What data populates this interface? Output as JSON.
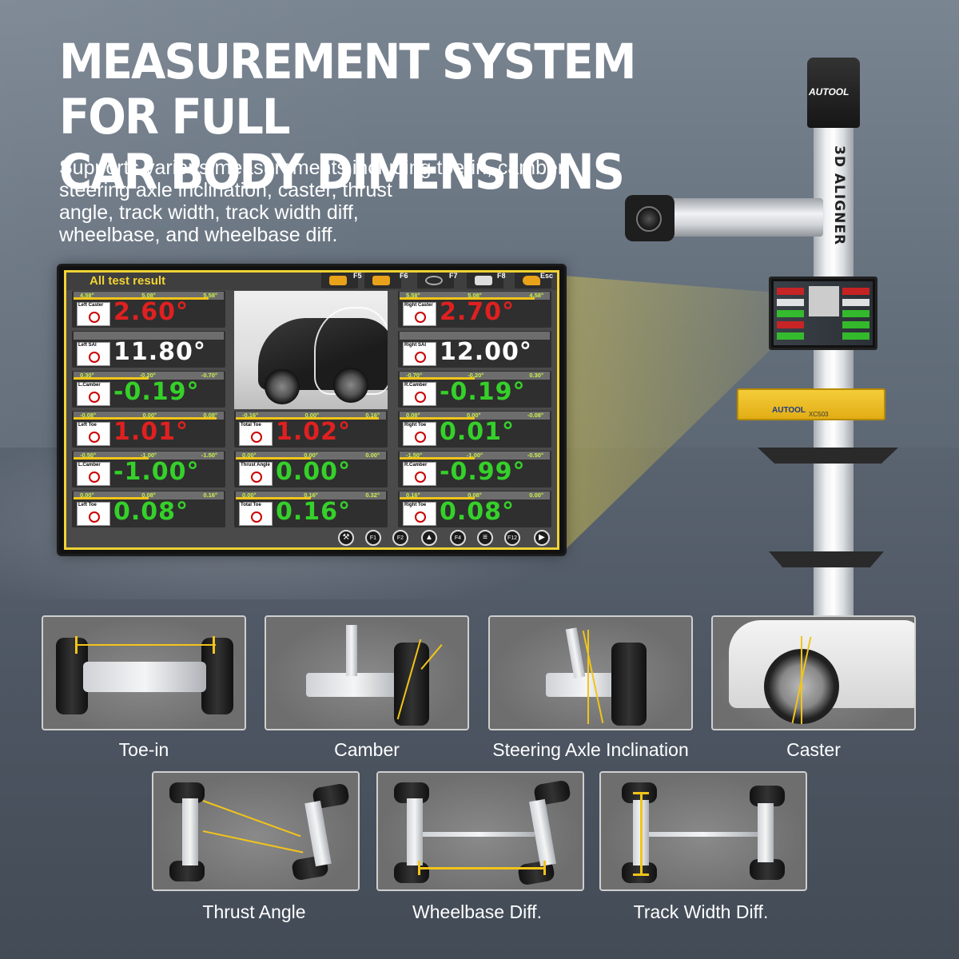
{
  "header": {
    "title_line1": "MEASUREMENT SYSTEM FOR FULL",
    "title_line2": "CAR BODY DIMENSIONS",
    "subtitle_line1": "Supports various measurements including toe-in, camber,",
    "subtitle_line2": "steering axle inclination, caster, thrust",
    "subtitle_line3": "angle, track width,  track width diff,",
    "subtitle_line4": "wheelbase, and wheelbase diff."
  },
  "machine": {
    "brand": "AUTOOL",
    "pole_text": "3D  ALIGNER",
    "tray_brand": "AUTOOL",
    "tray_model": "XC503"
  },
  "screen": {
    "title": "All test result",
    "fkeys": [
      "F5",
      "F6",
      "F7",
      "F8",
      "Esc"
    ],
    "left_column": [
      {
        "label": "Left Caster",
        "ticks": [
          "4.58°",
          "5.08°",
          "5.58°"
        ],
        "value": "2.60°",
        "color": "#e02020",
        "fill": 0.9
      },
      {
        "label": "Left SAI",
        "ticks": [],
        "value": "11.80°",
        "color": "#ffffff",
        "fill": 0.0
      },
      {
        "label": "L.Camber",
        "ticks": [
          "0.30°",
          "-0.20°",
          "-0.70°"
        ],
        "value": "-0.19°",
        "color": "#35d12a",
        "fill": 0.5
      },
      {
        "label": "Left Toe",
        "ticks": [
          "-0.08°",
          "0.00°",
          "0.08°"
        ],
        "value": "1.01°",
        "color": "#e02020",
        "fill": 0.95
      },
      {
        "label": "L.Camber",
        "ticks": [
          "-0.50°",
          "-1.00°",
          "-1.50°"
        ],
        "value": "-1.00°",
        "color": "#35d12a",
        "fill": 0.5
      },
      {
        "label": "Left Toe",
        "ticks": [
          "0.00°",
          "0.08°",
          "0.16°"
        ],
        "value": "0.08°",
        "color": "#35d12a",
        "fill": 0.5
      }
    ],
    "middle_column": [
      {
        "label": "Total Toe",
        "ticks": [
          "-0.16°",
          "0.00°",
          "0.16°"
        ],
        "value": "1.02°",
        "color": "#e02020",
        "fill": 0.95
      },
      {
        "label": "Thrust Angle",
        "ticks": [
          "0.00°",
          "0.00°",
          "0.00°"
        ],
        "value": "0.00°",
        "color": "#35d12a",
        "fill": 0.5
      },
      {
        "label": "Total Toe",
        "ticks": [
          "0.00°",
          "0.16°",
          "0.32°"
        ],
        "value": "0.16°",
        "color": "#35d12a",
        "fill": 0.5
      }
    ],
    "right_column": [
      {
        "label": "Right Caster",
        "ticks": [
          "5.58°",
          "5.08°",
          "4.58°"
        ],
        "value": "2.70°",
        "color": "#e02020",
        "fill": 0.9
      },
      {
        "label": "Right SAI",
        "ticks": [],
        "value": "12.00°",
        "color": "#ffffff",
        "fill": 0.0
      },
      {
        "label": "R.Camber",
        "ticks": [
          "-0.70°",
          "-0.20°",
          "0.30°"
        ],
        "value": "-0.19°",
        "color": "#35d12a",
        "fill": 0.5
      },
      {
        "label": "Right Toe",
        "ticks": [
          "0.08°",
          "0.00°",
          "-0.08°"
        ],
        "value": "0.01°",
        "color": "#35d12a",
        "fill": 0.5
      },
      {
        "label": "R.Camber",
        "ticks": [
          "-1.50°",
          "-1.00°",
          "-0.50°"
        ],
        "value": "-0.99°",
        "color": "#35d12a",
        "fill": 0.5
      },
      {
        "label": "Right Toe",
        "ticks": [
          "0.16°",
          "0.08°",
          "0.00°"
        ],
        "value": "0.08°",
        "color": "#35d12a",
        "fill": 0.5
      }
    ],
    "toolbar": [
      "wrench-icon",
      "F1",
      "F2",
      "up-icon",
      "F4",
      "chart-icon",
      "F12",
      "play-icon"
    ]
  },
  "measurements": {
    "toe_in": "Toe-in",
    "camber": "Camber",
    "sai": "Steering Axle Inclination",
    "caster": "Caster",
    "thrust_angle": "Thrust Angle",
    "wheelbase_diff": "Wheelbase Diff.",
    "track_width_diff": "Track Width Diff."
  },
  "colors": {
    "accent_yellow": "#f2d335",
    "value_red": "#e02020",
    "value_green": "#35d12a"
  }
}
